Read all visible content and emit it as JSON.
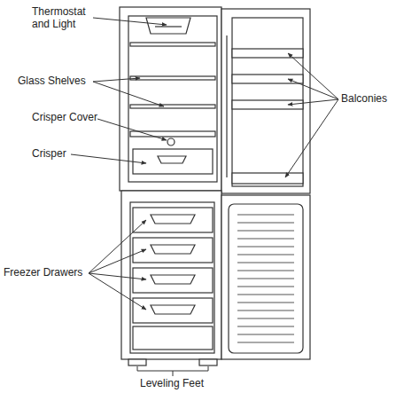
{
  "diagram": {
    "labels": [
      "Thermostat and Light",
      "Glass Shelves",
      "Crisper Cover",
      "Crisper",
      "Balconies",
      "Freezer Drawers",
      "Leveling Feet"
    ]
  }
}
